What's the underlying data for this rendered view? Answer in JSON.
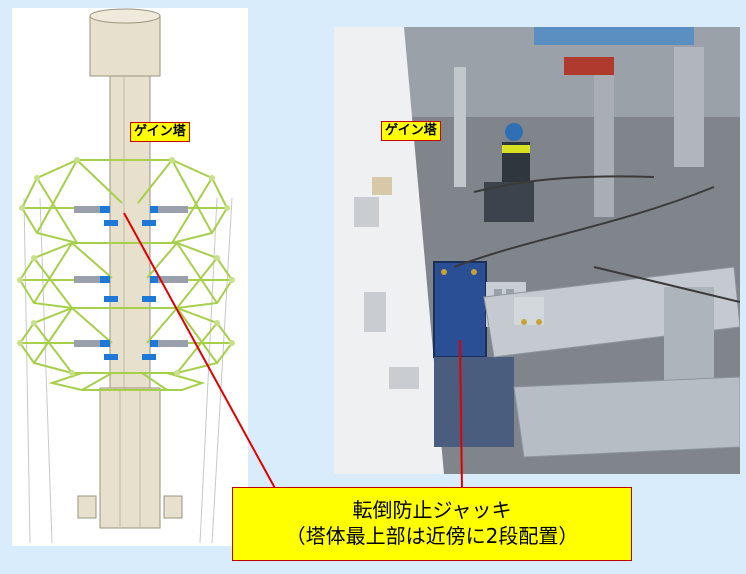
{
  "labels": {
    "left_tower": "ゲイン塔",
    "right_tower": "ゲイン塔"
  },
  "callout": {
    "line1": "転倒防止ジャッキ",
    "line2": "（塔体最上部は近傍に2段配置）"
  },
  "colors": {
    "background": "#d9ecfb",
    "label_fill": "#ffff00",
    "label_border": "#d00000",
    "leader_line": "#e00000",
    "lattice": "#a6cf4a",
    "tower": "#e6e0cc",
    "jack_blue": "#1e78d8"
  }
}
